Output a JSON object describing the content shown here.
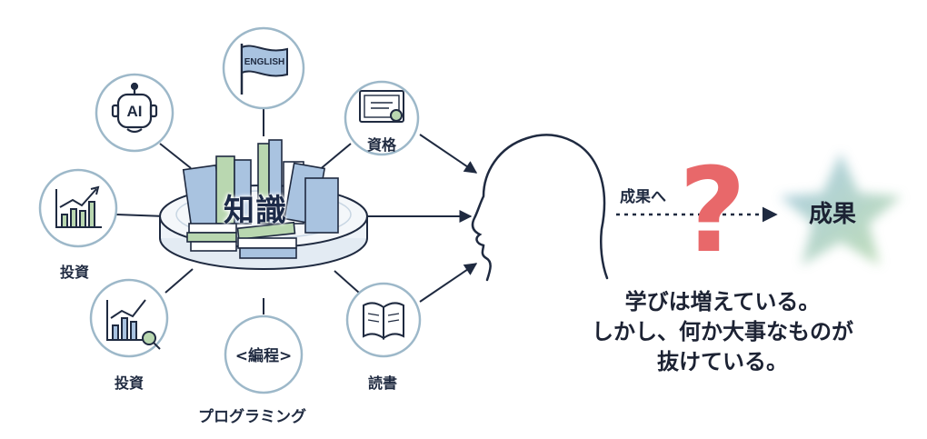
{
  "center": {
    "label": "知識"
  },
  "nodes": {
    "english": {
      "icon": "english-flag-icon",
      "text": "ENGLISH"
    },
    "ai": {
      "icon": "ai-robot-icon",
      "text": "AI"
    },
    "certificate": {
      "icon": "certificate-icon",
      "label": "資格"
    },
    "invest_top": {
      "icon": "bar-chart-up-icon",
      "label": "投資"
    },
    "invest_bottom": {
      "icon": "chart-magnifier-icon",
      "label": "投資"
    },
    "programming": {
      "icon_text": "<編程>",
      "label": "プログラミング"
    },
    "reading": {
      "icon": "open-book-icon",
      "label": "読書"
    }
  },
  "flow": {
    "to_result_label": "成果へ",
    "question_mark": "?",
    "result_label": "成果"
  },
  "message": {
    "line1": "学びは増えている。",
    "line2": "しかし、何か大事なものが",
    "line3": "抜けている。"
  },
  "colors": {
    "navy": "#1f2a40",
    "circle_stroke": "#9db8c9",
    "book_blue": "#a9c3e0",
    "book_green": "#b9d7b0",
    "question_red": "#e8686a",
    "star_blue": "#9cc4e0",
    "star_green": "#b5d8a8"
  }
}
